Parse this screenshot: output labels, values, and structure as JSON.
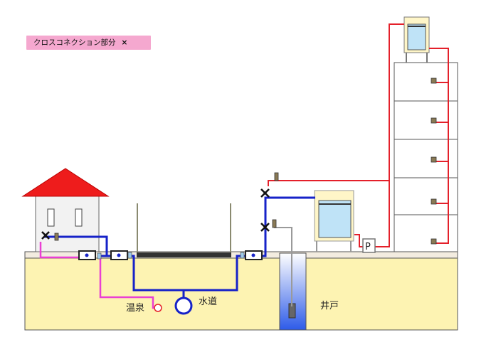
{
  "legend": {
    "label": "クロスコネクション部分",
    "mark": "×"
  },
  "labels": {
    "hot_spring": "温泉",
    "waterworks": "水道",
    "well": "井戸",
    "pump": "P"
  },
  "colors": {
    "waterworks_pipe": "#1622c8",
    "hot_spring_pipe": "#ea3fd4",
    "well_pipe": "#e4202a",
    "well_suction": "#9a9a9a",
    "roof": "#ee1c1c",
    "ground": "#fdf3b2",
    "legend_bg": "#f5a8cf",
    "tank_water": "#bfe3f7",
    "tank_frame": "#f1eca0",
    "well_shaft_top": "#ffffff",
    "well_shaft_bottom": "#2d5be8"
  },
  "icons": [
    "house-icon",
    "faucet-icon",
    "valve-icon",
    "water-meter-icon",
    "cross-connection-mark",
    "pump-icon",
    "tank-icon",
    "well-shaft-icon"
  ]
}
